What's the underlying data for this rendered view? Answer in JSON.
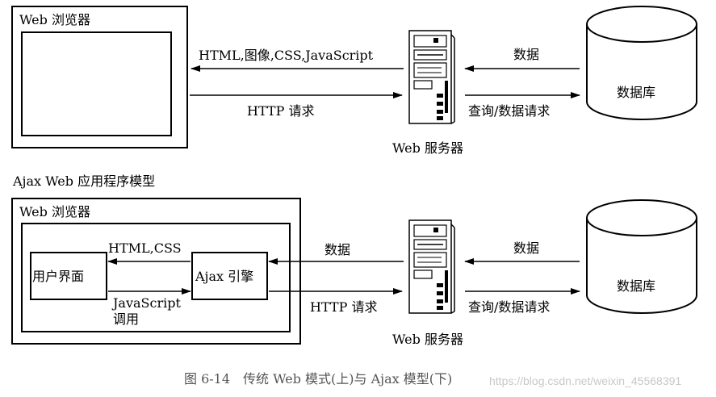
{
  "top": {
    "browser_title": "Web 浏览器",
    "response_label": "HTML,图像,CSS,JavaScript",
    "request_label": "HTTP 请求",
    "server_label": "Web 服务器",
    "db_to_server_label": "数据",
    "server_to_db_label": "查询/数据请求",
    "database_label": "数据库"
  },
  "bottom": {
    "model_title": "Ajax Web 应用程序模型",
    "browser_title": "Web 浏览器",
    "ui_label": "用户界面",
    "engine_label": "Ajax 引擎",
    "engine_to_ui_label": "HTML,CSS",
    "ui_to_engine_label_1": "JavaScript",
    "ui_to_engine_label_2": "调用",
    "server_to_engine_label": "数据",
    "request_label": "HTTP 请求",
    "server_label": "Web 服务器",
    "db_to_server_label": "数据",
    "server_to_db_label": "查询/数据请求",
    "database_label": "数据库"
  },
  "caption": "图 6-14　传统 Web 模式(上)与 Ajax 模型(下)",
  "watermark": "https://blog.csdn.net/weixin_45568391"
}
